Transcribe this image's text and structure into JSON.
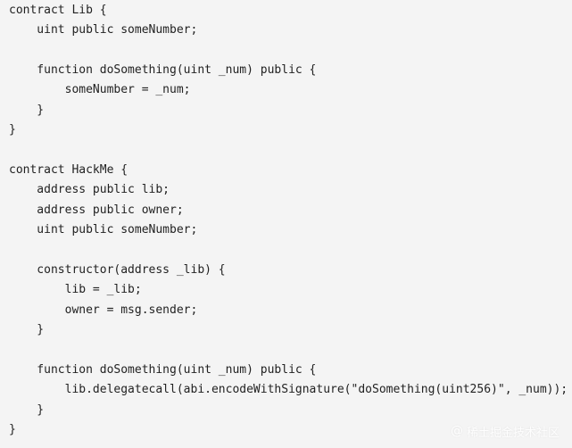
{
  "code": {
    "lines": [
      "contract Lib {",
      "    uint public someNumber;",
      "",
      "    function doSomething(uint _num) public {",
      "        someNumber = _num;",
      "    }",
      "}",
      "",
      "contract HackMe {",
      "    address public lib;",
      "    address public owner;",
      "    uint public someNumber;",
      "",
      "    constructor(address _lib) {",
      "        lib = _lib;",
      "        owner = msg.sender;",
      "    }",
      "",
      "    function doSomething(uint _num) public {",
      "        lib.delegatecall(abi.encodeWithSignature(\"doSomething(uint256)\", _num));",
      "    }",
      "}"
    ]
  },
  "watermark": {
    "at_symbol": "@",
    "text": "稀土掘金技术社区"
  }
}
